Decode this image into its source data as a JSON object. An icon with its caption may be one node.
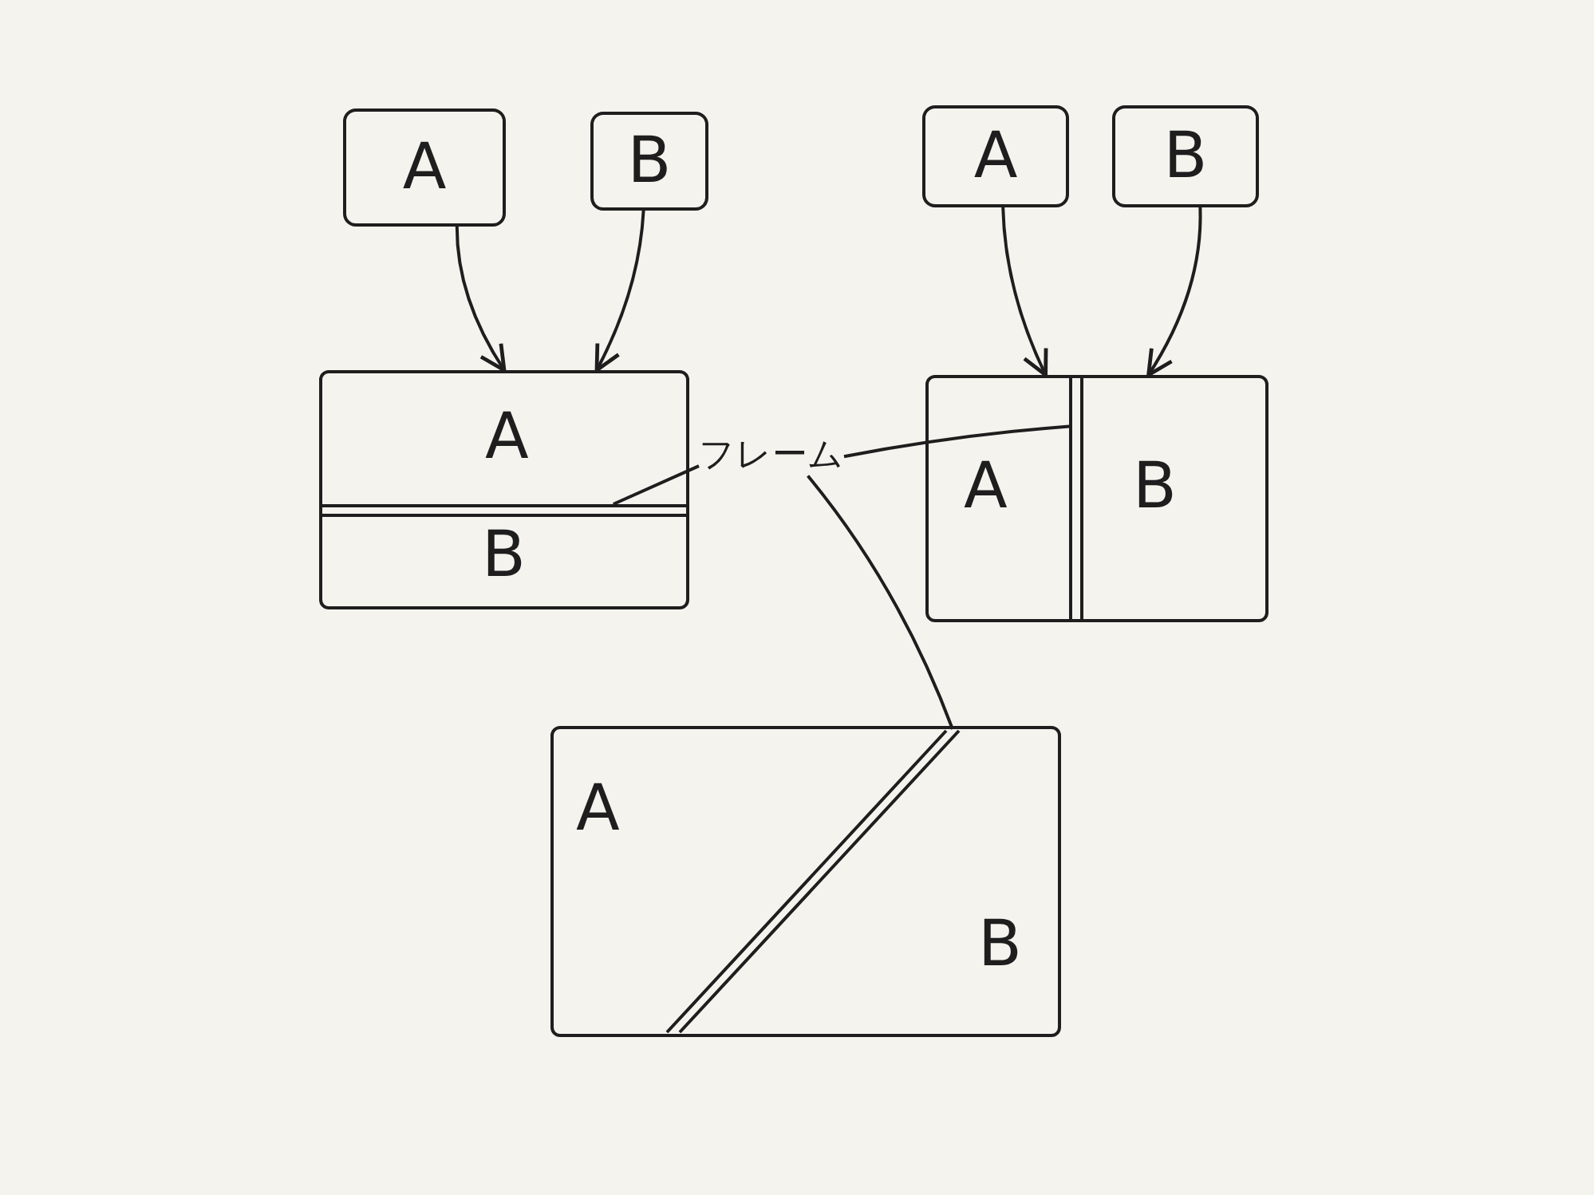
{
  "diagram": {
    "nodes": [
      {
        "text": [
          "A"
        ]
      },
      {
        "text": [
          "B"
        ]
      },
      {
        "text": [
          "A"
        ]
      },
      {
        "text": [
          "B"
        ]
      },
      {
        "text": [],
        "shape": "box"
      },
      {
        "text": [
          "A"
        ],
        "in": 4
      },
      {
        "text": [],
        "shape": "bar",
        "in": 4
      },
      {
        "text": [
          "B"
        ],
        "in": 4
      },
      {
        "text": [
          "フレーム"
        ]
      },
      {
        "text": [],
        "shape": "box"
      },
      {
        "text": [
          "A"
        ],
        "in": 9
      },
      {
        "text": [],
        "shape": "bar",
        "in": 9
      },
      {
        "text": [
          "B"
        ],
        "in": 9
      },
      {
        "text": [],
        "shape": "box"
      },
      {
        "text": [
          "A"
        ],
        "in": 13
      },
      {
        "text": [],
        "shape": "bar",
        "in": 13
      },
      {
        "text": [
          "B"
        ],
        "in": 13
      }
    ],
    "edges": [
      {
        "from": 0,
        "to": 4,
        "arrow": "to"
      },
      {
        "from": 1,
        "to": 4,
        "arrow": "to"
      },
      {
        "from": 2,
        "to": 9,
        "arrow": "to"
      },
      {
        "from": 3,
        "to": 9,
        "arrow": "to"
      },
      {
        "from": 8,
        "to": 6,
        "arrow": "none"
      },
      {
        "from": 8,
        "to": 11,
        "arrow": "none"
      },
      {
        "from": 8,
        "to": 15,
        "arrow": "none"
      }
    ]
  }
}
